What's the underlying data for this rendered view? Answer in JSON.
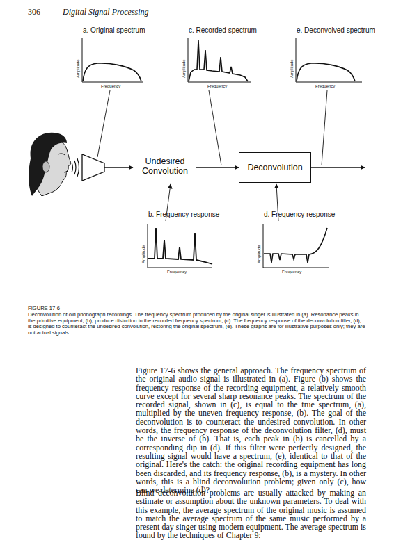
{
  "diagram": {
    "title": "FIGURE 17-6",
    "caption": "Deconvolution of old phonograph recordings. The frequency spectrum produced by the original singer is illustrated in (a). Resonance peaks in the primitive equipment, (b), produce distortion in the recorded frequency spectrum, (c). The frequency response of the deconvolution filter, (d), is designed to counteract the undesired convolution, restoring the original spectrum, (e). These graphs are for illustrative purposes only; they are not actual signals.",
    "nodes": [
      {
        "text": [
          "Undesired Convolution"
        ]
      },
      {
        "text": [
          "Deconvolution"
        ]
      }
    ],
    "edges": [
      {
        "from": 0,
        "to": 1,
        "arrow": "to"
      }
    ],
    "labels": [
      "306",
      "Digital Signal Processing",
      "a. Original spectrum",
      "Amplitude",
      "Frequency",
      "c. Recorded spectrum",
      "Amplitude",
      "Frequency",
      "e. Deconvolved spectrum",
      "Amplitude",
      "Frequency",
      "b. Frequency response",
      "Amplitude",
      "Frequency",
      "d. Frequency response",
      "Amplitude",
      "Frequency",
      "Figure 17-6 shows the general approach. The frequency spectrum of the original audio signal is illustrated in (a). Figure (b) shows the frequency response of the recording equipment, a relatively smooth curve except for several sharp resonance peaks. The spectrum of the recorded signal, shown in (c), is equal to the true spectrum, (a), multiplied by the uneven frequency response, (b). The goal of the deconvolution is to counteract the undesired convolution. In other words, the frequency response of the deconvolution filter, (d), must be the inverse of (b). That is, each peak in (b) is cancelled by a corresponding dip in (d). If this filter were perfectly designed, the resulting signal would have a spectrum, (e), identical to that of the original. Here's the catch: the original recording equipment has long been discarded, and its frequency response, (b), is a mystery. In other words, this is a blind deconvolution problem; given only (c), how can we determine (d)?",
      "Blind deconvolution problems are usually attacked by making an estimate or assumption about the unknown parameters. To deal with this example, the average spectrum of the original music is assumed to match the average spectrum of the same music performed by a present day singer using modern equipment. The average spectrum is found by the techniques of Chapter 9:"
    ]
  }
}
